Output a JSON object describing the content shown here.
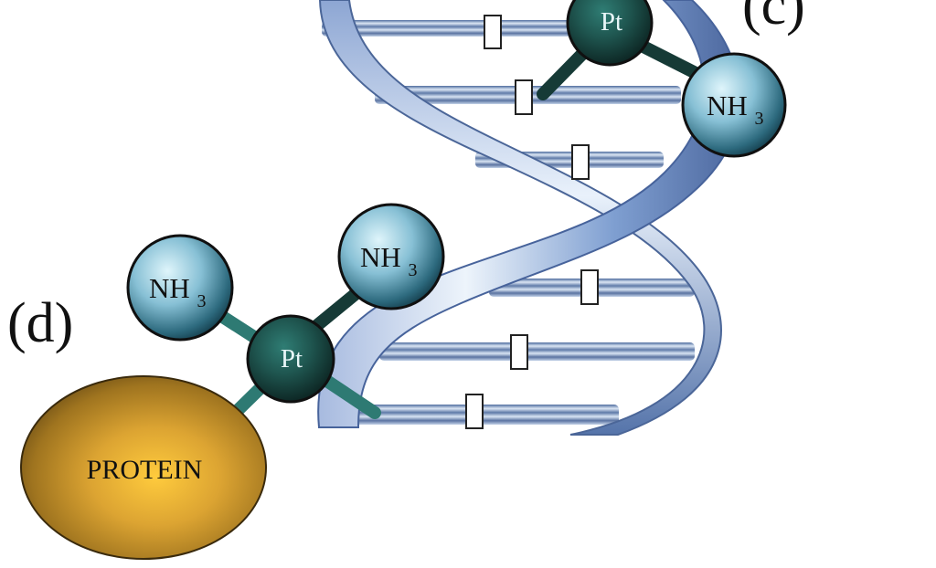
{
  "labels": {
    "panel_c": "(c)",
    "panel_d": "(d)"
  },
  "molecule_c": {
    "metal": "Pt",
    "ligand": {
      "base": "NH",
      "subscript": "3"
    }
  },
  "molecule_d": {
    "metal": "Pt",
    "ligand_left": {
      "base": "NH",
      "subscript": "3"
    },
    "ligand_right": {
      "base": "NH",
      "subscript": "3"
    },
    "protein": "PROTEIN"
  },
  "colors": {
    "dna_strand": "#6f8fc4",
    "dna_strand_light": "#dfe8f5",
    "dna_strand_dark": "#354f82",
    "ligand_sphere": "#8ec6dc",
    "platinum_sphere": "#13433f",
    "bond_teal": "#2e7a73",
    "bond_dark": "#163a36",
    "protein": "#d6a12c"
  },
  "icons": {
    "dna": "double-helix-icon",
    "base_pair_marker": "white-rectangle-marker"
  }
}
